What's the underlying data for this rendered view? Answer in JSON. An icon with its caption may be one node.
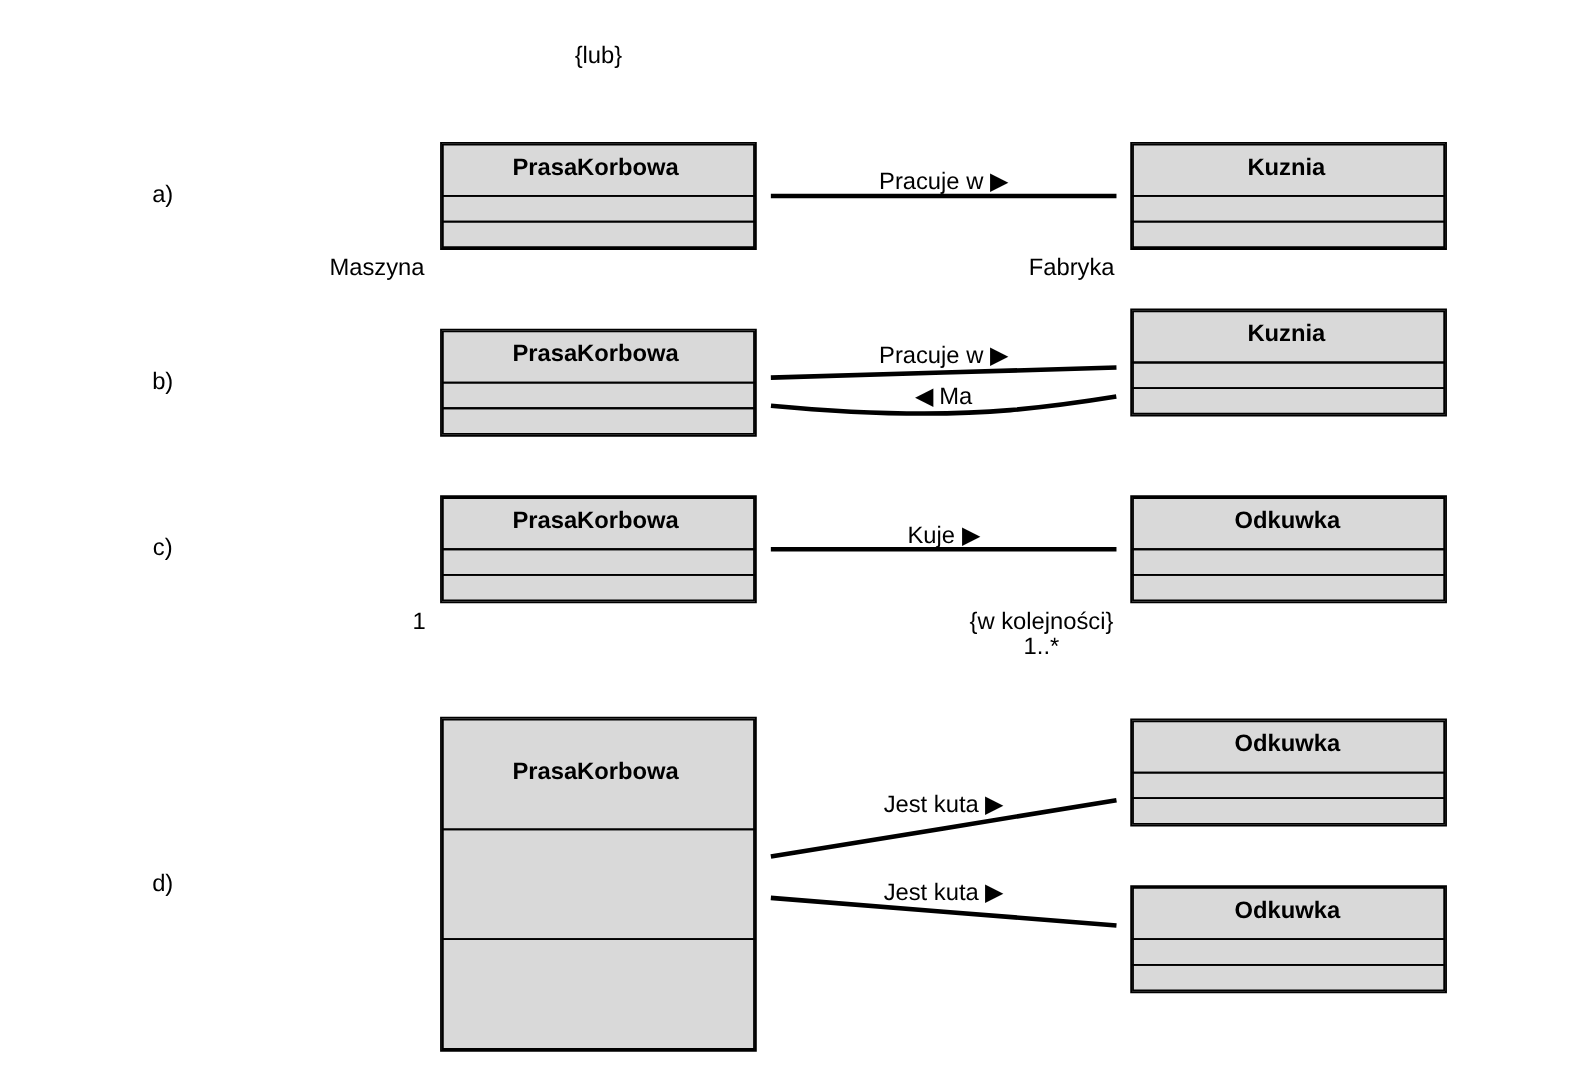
{
  "diagram": {
    "nodes": [
      {
        "text": [
          "PrasaKorbowa"
        ],
        "beside": [
          "Maszyna"
        ]
      },
      {
        "text": [
          "Kuznia"
        ],
        "beside": [
          "Fabryka"
        ]
      },
      {
        "text": [
          "PrasaKorbowa"
        ]
      },
      {
        "text": [
          "Kuznia"
        ]
      },
      {
        "text": [
          "PrasaKorbowa"
        ],
        "beside": [
          "1"
        ]
      },
      {
        "text": [
          "Odkuwka"
        ],
        "beside": [
          "{w kolejności}",
          "1..*"
        ]
      },
      {
        "text": [
          "PrasaKorbowa"
        ]
      },
      {
        "text": [
          "Odkuwka"
        ]
      },
      {
        "text": [
          "Odkuwka"
        ]
      }
    ],
    "edges": [
      {
        "from": 0,
        "to": 1,
        "arrow": "none",
        "label": "Pracuje w ▶"
      },
      {
        "from": 2,
        "to": 3,
        "arrow": "none",
        "label": "Pracuje w ▶"
      },
      {
        "from": 2,
        "to": 3,
        "arrow": "none",
        "label": "◀ Ma"
      },
      {
        "from": 4,
        "to": 5,
        "arrow": "none",
        "label": "Kuje ▶"
      },
      {
        "from": 6,
        "to": 7,
        "arrow": "none",
        "label": "Jest kuta ▶"
      },
      {
        "from": 6,
        "to": 8,
        "arrow": "none",
        "label": "Jest kuta ▶"
      }
    ],
    "labels": [
      "a)",
      "b)",
      "c)",
      "d)",
      "{lub}"
    ]
  }
}
